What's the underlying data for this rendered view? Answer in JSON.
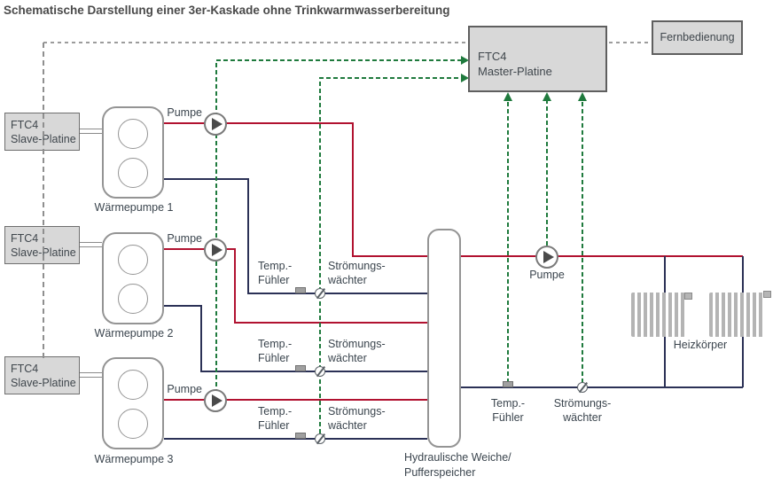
{
  "title": "Schematische Darstellung einer 3er-Kaskade ohne Trinkwarmwasserbereitung",
  "colors": {
    "supply": "#b11230",
    "return": "#2b3156",
    "control": "#1f7a3d",
    "bus": "#8f8f8f"
  },
  "master": {
    "line1": "FTC4",
    "line2": "Master-Platine"
  },
  "remote": {
    "label": "Fernbedienung"
  },
  "slave": {
    "line1": "FTC4",
    "line2": "Slave-Platine"
  },
  "heat_pumps": [
    {
      "name": "Wärmepumpe 1"
    },
    {
      "name": "Wärmepumpe 2"
    },
    {
      "name": "Wärmepumpe 3"
    }
  ],
  "labels": {
    "pump": "Pumpe",
    "radiator": "Heizkörper"
  },
  "sensors": {
    "temp": {
      "line1": "Temp.-",
      "line2": "Fühler"
    },
    "flow": {
      "line1": "Strömungs-",
      "line2": "wächter"
    }
  },
  "separator": {
    "line1": "Hydraulische Weiche/",
    "line2": "Pufferspeicher"
  }
}
